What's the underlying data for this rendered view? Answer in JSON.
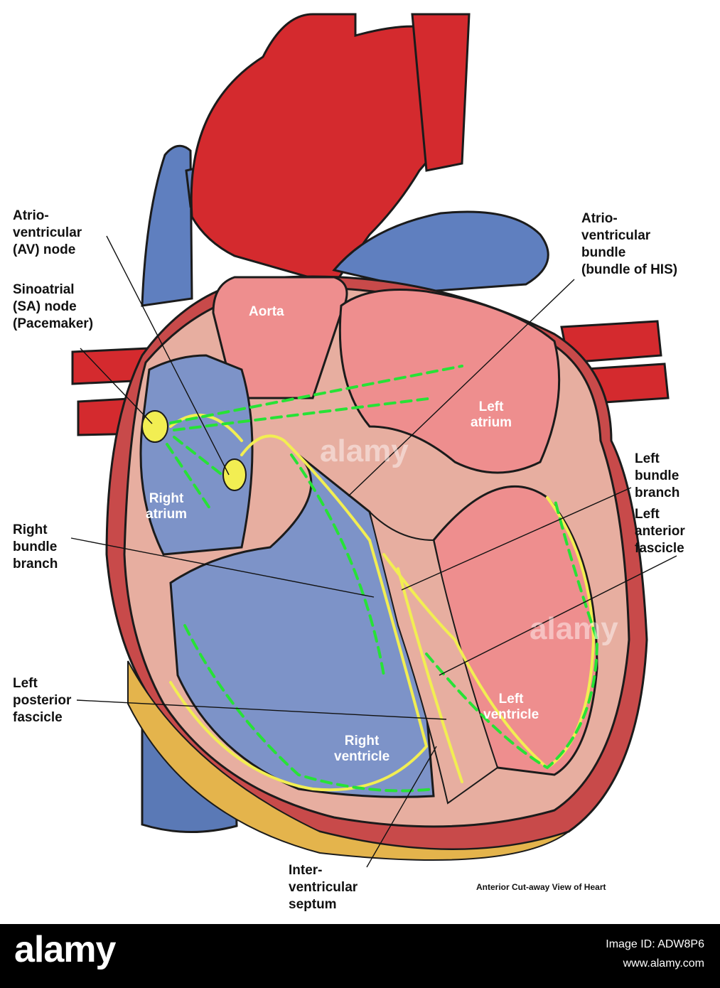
{
  "labels": {
    "av_node": "Atrio-\nventricular\n(AV) node",
    "sa_node": "Sinoatrial\n(SA) node\n(Pacemaker)",
    "right_bundle_branch": "Right\nbundle\nbranch",
    "left_posterior_fascicle": "Left\nposterior\nfascicle",
    "his_bundle": "Atrio-\nventricular\nbundle\n(bundle of HIS)",
    "left_bundle_branch": "Left\nbundle\nbranch",
    "left_anterior_fascicle": "Left\nanterior\nfascicle",
    "interventricular_septum": "Inter-\nventricular\nseptum"
  },
  "chambers": {
    "aorta": "Aorta",
    "left_atrium": "Left\natrium",
    "right_atrium": "Right\natrium",
    "left_ventricle": "Left\nventricle",
    "right_ventricle": "Right\nventricle"
  },
  "caption": "Anterior Cut-away View of Heart",
  "footer": {
    "brand": "alamy",
    "image_id": "Image ID: ADW8P6",
    "site": "www.alamy.com"
  },
  "watermark": "alamy",
  "colors": {
    "aorta_red": "#d42a2e",
    "vein_blue": "#5f7fbf",
    "chamber_pink": "#ee8e8e",
    "wall_pink": "#e7aea0",
    "conduction_yellow": "#f2ee52",
    "impulse_green": "#27e236",
    "fat_yellow": "#e4b44c"
  }
}
